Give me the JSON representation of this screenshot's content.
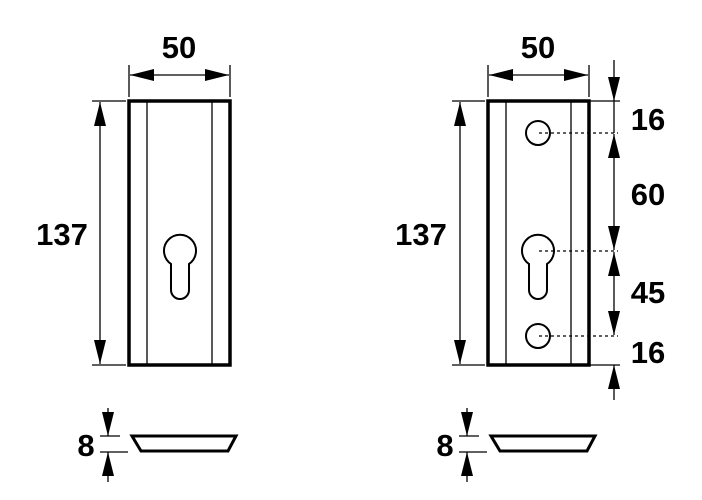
{
  "left_view": {
    "width_label": "50",
    "height_label": "137",
    "thickness_label": "8"
  },
  "right_view": {
    "width_label": "50",
    "height_label": "137",
    "spacing_labels": [
      "16",
      "60",
      "45",
      "16"
    ],
    "thickness_label": "8"
  }
}
